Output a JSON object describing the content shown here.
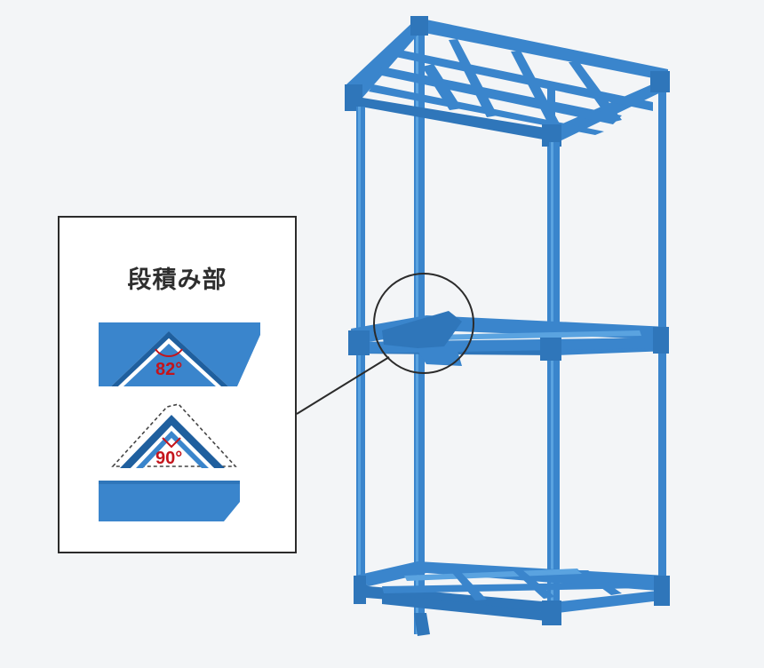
{
  "detail": {
    "title": "段積み部",
    "angle_top": "82°",
    "angle_bottom": "90°"
  },
  "colors": {
    "frame": "#3a85cc",
    "frame_dark": "#1f5f9e",
    "frame_light": "#5aa3e0",
    "angle": "#c4141b",
    "outline": "#2b2b2b",
    "background": "#f3f5f7"
  },
  "icons": {
    "rack": "stacking-rack-illustration",
    "magnifier": "magnifier-circle"
  }
}
